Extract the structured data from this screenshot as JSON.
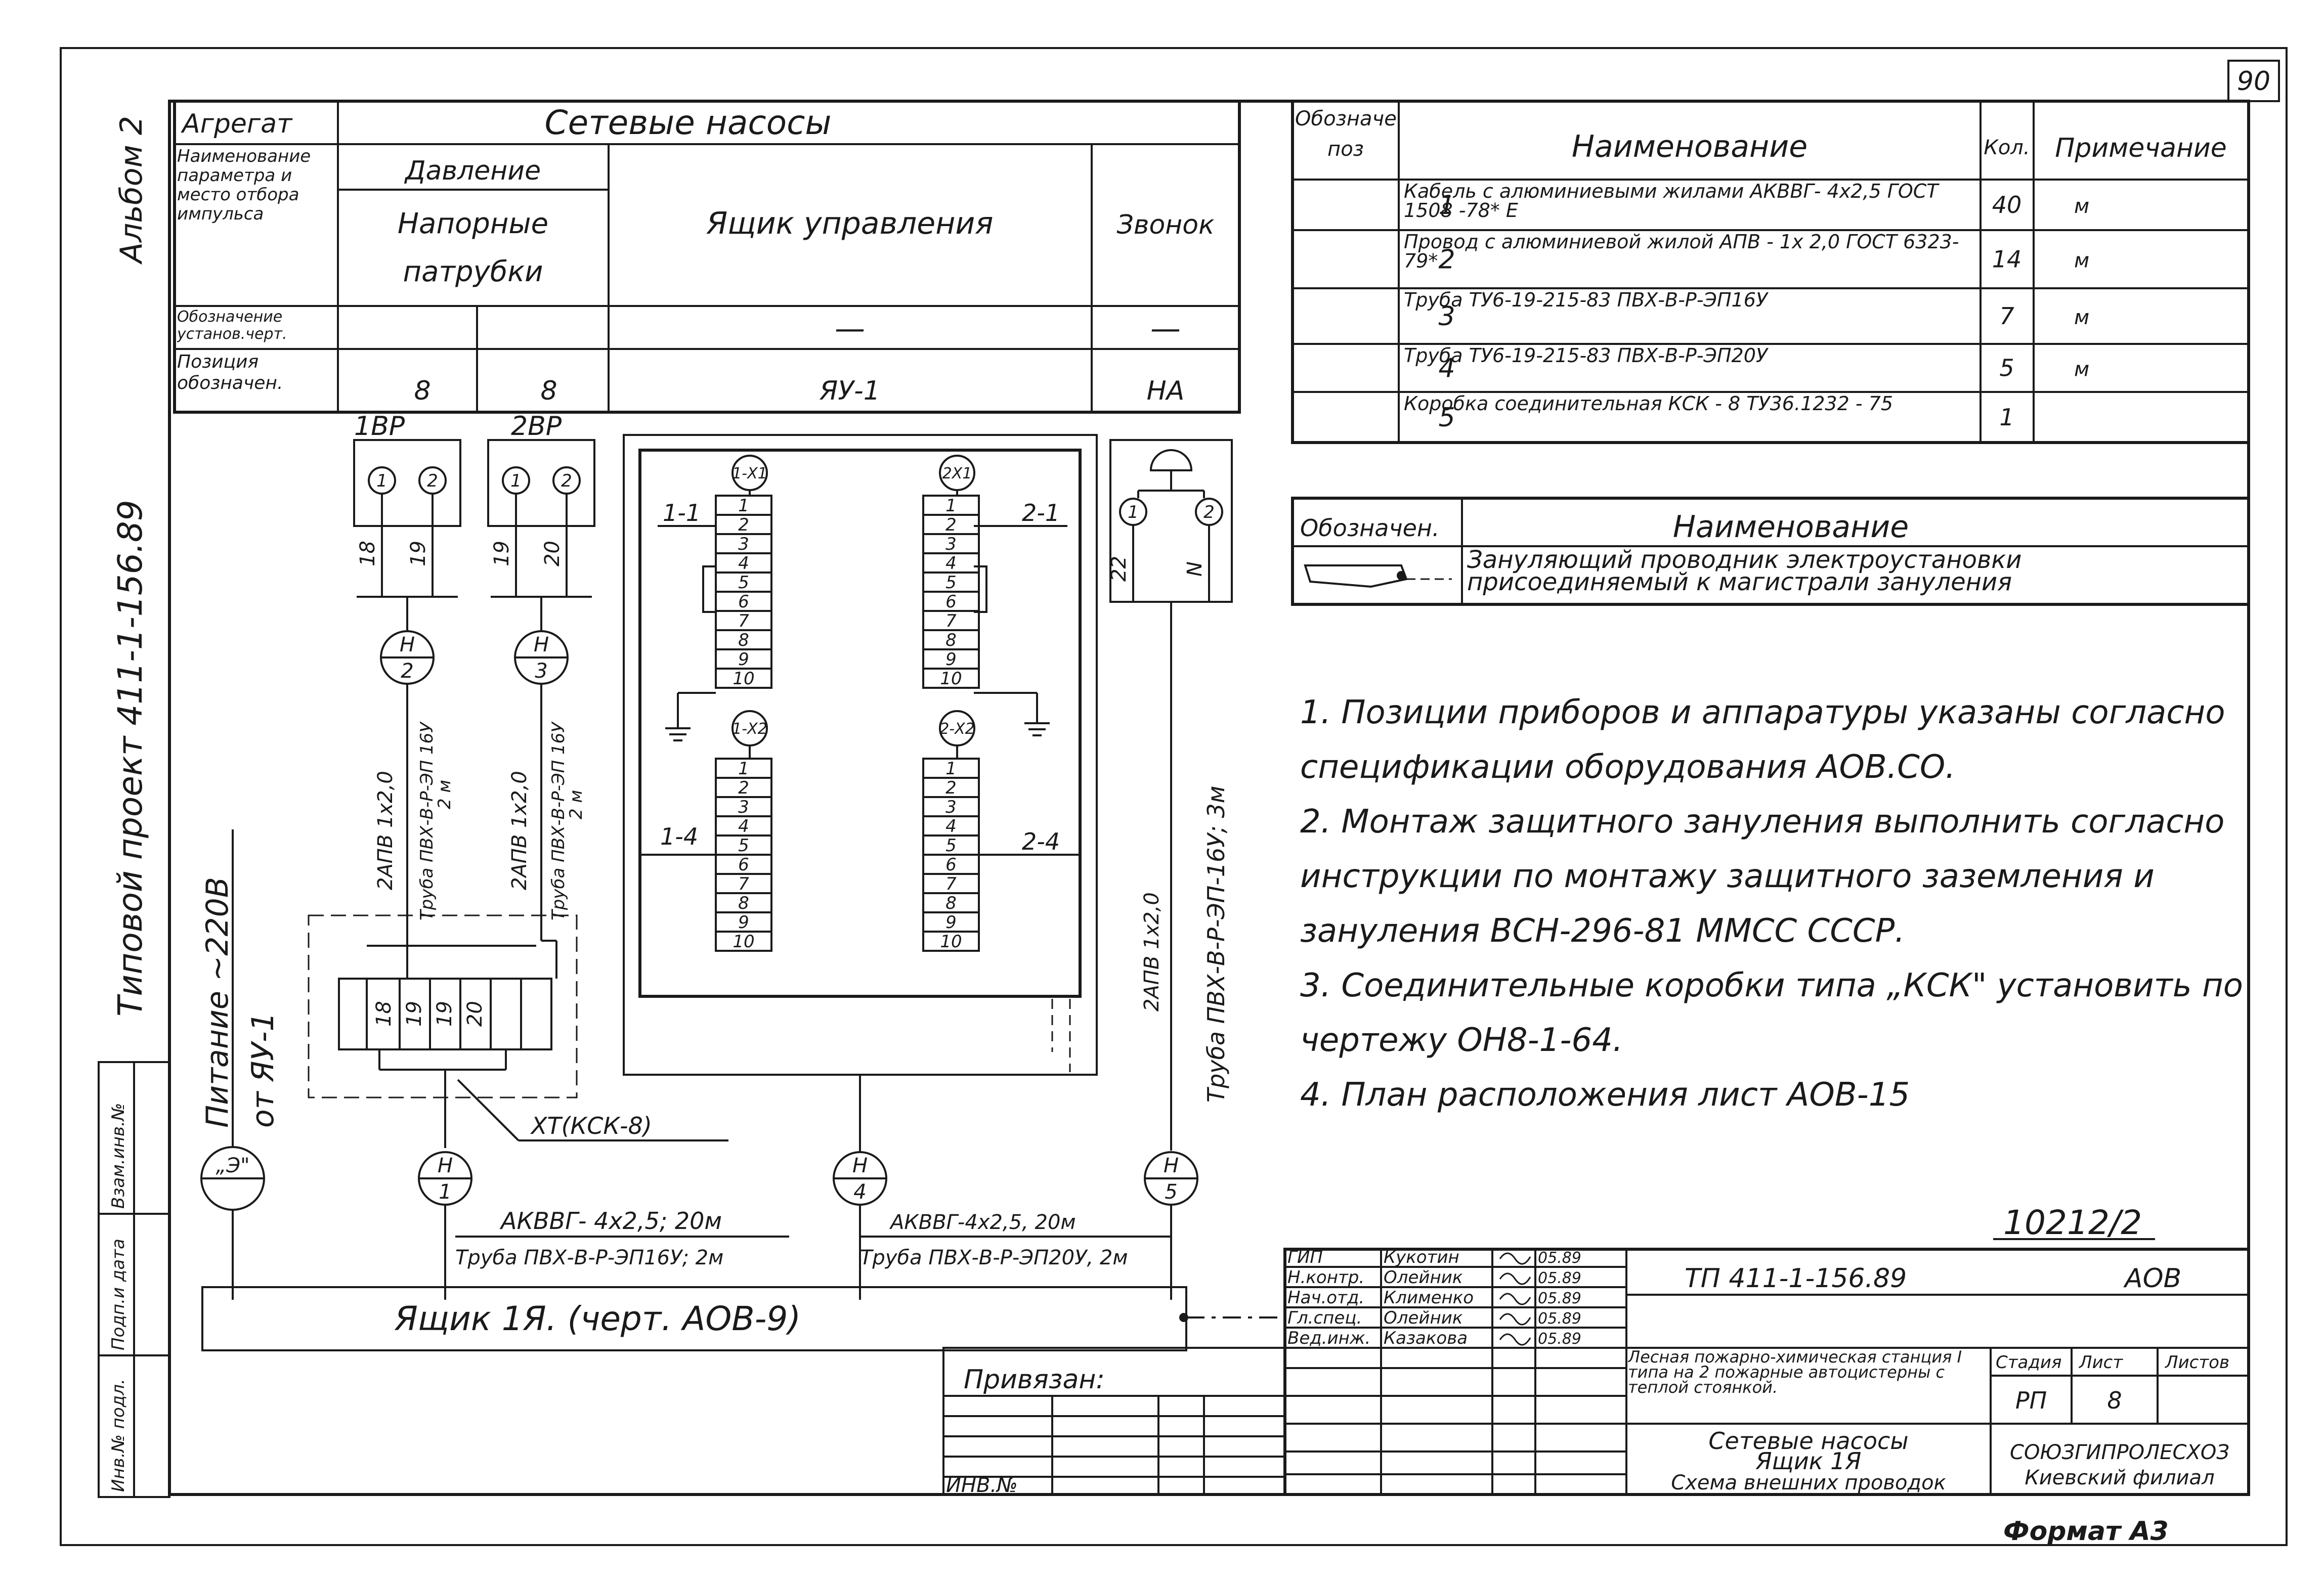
{
  "sheet": {
    "page_number": "90",
    "format": "Формат А3",
    "album": "Альбом 2",
    "project": "Типовой проект 411-1-156.89",
    "archive_number": "10212/2",
    "left_strip": [
      "Взам.инв.№",
      "Подп.и дата",
      "Инв.№ подл."
    ]
  },
  "param_table": {
    "rows": [
      {
        "label": "Агрегат",
        "cells": [
          "Сетевые насосы"
        ]
      },
      {
        "label": "Наименование параметра и место отбора импульса",
        "cells": [
          "Давление",
          "Напорные патрубки",
          "Ящик управления",
          "Звонок"
        ]
      },
      {
        "label": "Обозначение установ.черт.",
        "cells": [
          "",
          "",
          "—",
          "—"
        ]
      },
      {
        "label": "Позиция обозначен.",
        "cells": [
          "8",
          "8",
          "ЯУ-1",
          "НА"
        ]
      }
    ]
  },
  "spec_table": {
    "headers": [
      "Обозначение поз",
      "Наименование",
      "Кол.",
      "Примечание"
    ],
    "rows": [
      {
        "pos": "1",
        "name": "Кабель с алюминиевыми жилами АКВВГ- 4x2,5   ГОСТ 1508 -78* Е",
        "qty": "40",
        "note": "м"
      },
      {
        "pos": "2",
        "name": "Провод с алюминиевой жилой АПВ - 1x 2,0  ГОСТ  6323-79*",
        "qty": "14",
        "note": "м"
      },
      {
        "pos": "3",
        "name": "Труба ТУ6-19-215-83 ПВХ-В-Р-ЭП16У",
        "qty": "7",
        "note": "м"
      },
      {
        "pos": "4",
        "name": "Труба ТУ6-19-215-83 ПВХ-В-Р-ЭП20У",
        "qty": "5",
        "note": "м"
      },
      {
        "pos": "5",
        "name": "Коробка соединительная КСК - 8   ТУ36.1232 - 75",
        "qty": "1",
        "note": ""
      }
    ]
  },
  "legend": {
    "headers": [
      "Обозначен.",
      "Наименование"
    ],
    "text": "Зануляющий проводник электроустановки присоединяемый к магистрали зануления"
  },
  "notes": [
    "1. Позиции приборов и аппаратуры указаны согласно спецификации оборудования АОВ.СО.",
    "2. Монтаж защитного зануления выполнить согласно инструкции по монтажу защитного заземления и зануления ВСН-296-81 ММСС СССР.",
    "3. Соединительные коробки типа „КСК\" установить по чертежу ОН8-1-64.",
    "4. План расположения лист АОВ-15"
  ],
  "diagram": {
    "sensors": [
      {
        "id": "1ВР",
        "terminals": [
          "1",
          "2"
        ],
        "wires": [
          "18",
          "19"
        ]
      },
      {
        "id": "2ВР",
        "terminals": [
          "1",
          "2"
        ],
        "wires": [
          "19",
          "20"
        ]
      }
    ],
    "bell_terminals": [
      "1",
      "2"
    ],
    "bell_wires": [
      "22",
      "N"
    ],
    "terminal_blocks": [
      {
        "id": "1-Х1",
        "terminals": [
          "1",
          "2",
          "3",
          "4",
          "5",
          "6",
          "7",
          "8",
          "9",
          "10"
        ],
        "link": "1-1"
      },
      {
        "id": "2Х1",
        "terminals": [
          "1",
          "2",
          "3",
          "4",
          "5",
          "6",
          "7",
          "8",
          "9",
          "10"
        ],
        "link": "2-1"
      },
      {
        "id": "1-Х2",
        "terminals": [
          "1",
          "2",
          "3",
          "4",
          "5",
          "6",
          "7",
          "8",
          "9",
          "10"
        ],
        "link": "1-4"
      },
      {
        "id": "2-Х2",
        "terminals": [
          "1",
          "2",
          "3",
          "4",
          "5",
          "6",
          "7",
          "8",
          "9",
          "10"
        ],
        "link": "2-4"
      }
    ],
    "junction_box": {
      "terminals": [
        "18",
        "19",
        "19",
        "20"
      ],
      "label": "ХТ(КСК-8)"
    },
    "markers": [
      {
        "letter": "Н",
        "num": "2"
      },
      {
        "letter": "Н",
        "num": "3"
      },
      {
        "letter": "Н",
        "num": "1"
      },
      {
        "letter": "Н",
        "num": "4"
      },
      {
        "letter": "Н",
        "num": "5"
      },
      {
        "letter": "„Э\"",
        "num": ""
      }
    ],
    "route_labels": {
      "n2_wire": "2АПВ 1x2,0",
      "n2_pipe": "Труба ПВХ-В-Р-ЭП 16У",
      "n2_len": "2 м",
      "n3_wire": "2АПВ 1x2,0",
      "n3_pipe": "Труба ПВХ-В-Р-ЭП 16У",
      "n3_len": "2 м",
      "n5_wire": "2АПВ 1x2,0",
      "n5_pipe": "Труба ПВХ-В-Р-ЭП-16У; 3м",
      "power_a": "Питание ~220В",
      "power_b": "от ЯУ-1",
      "n1_cable": "АКВВГ- 4x2,5; 20м",
      "n1_pipe": "Труба ПВХ-В-Р-ЭП16У; 2м",
      "n4_cable": "АКВВГ-4x2,5, 20м",
      "n4_pipe": "Труба ПВХ-В-Р-ЭП20У, 2м"
    },
    "main_box": "Ящик 1Я.  (черт.  АОВ-9)"
  },
  "title_block": {
    "signatures": [
      {
        "role": "ГИП",
        "name": "Кукотин",
        "date": "05.89"
      },
      {
        "role": "Н.контр.",
        "name": "Олейник",
        "date": "05.89"
      },
      {
        "role": "Нач.отд.",
        "name": "Клименко",
        "date": "05.89"
      },
      {
        "role": "Гл.спец.",
        "name": "Олейник",
        "date": "05.89"
      },
      {
        "role": "Вед.инж.",
        "name": "Казакова",
        "date": "05.89"
      }
    ],
    "doc_code": "ТП  411-1-156.89",
    "mark": "АОВ",
    "object_name": "Лесная пожарно-химическая станция I типа на 2 пожарные автоцистерны с теплой стоянкой.",
    "headers": [
      "Стадия",
      "Лист",
      "Листов"
    ],
    "stage": "РП",
    "sheet_no": "8",
    "sheets_total": "",
    "drawing_name": [
      "Сетевые насосы",
      "Ящик 1Я",
      "Схема внешних проводок"
    ],
    "organization": [
      "СОЮЗГИПРОЛЕСХОЗ",
      "Киевский филиал"
    ],
    "bound_label": "Привязан:",
    "inv_label": "ИНВ.№"
  }
}
